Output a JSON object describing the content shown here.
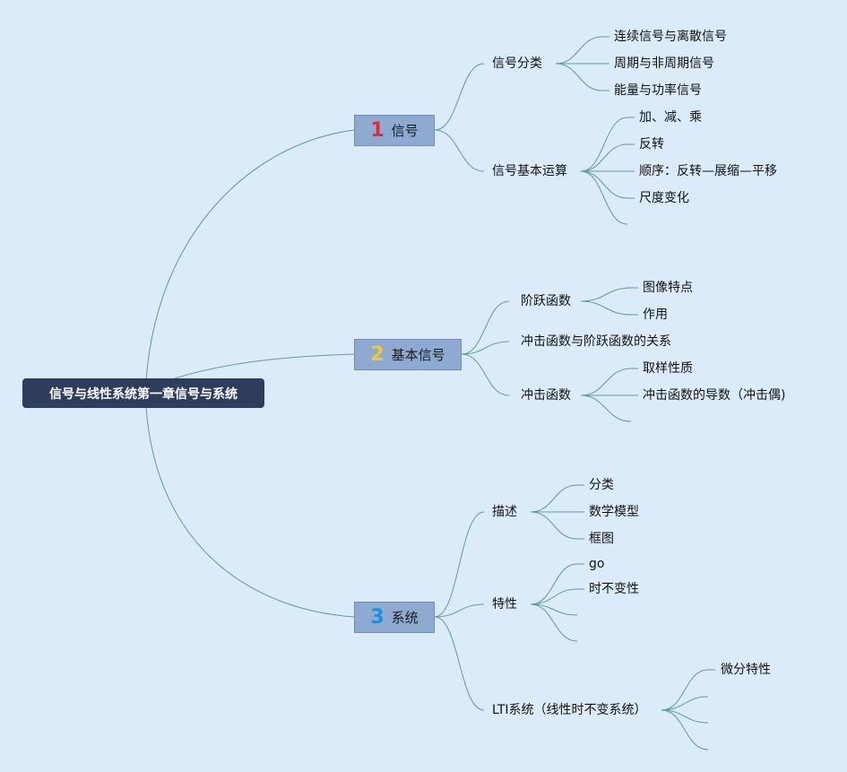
{
  "root": {
    "label": "信号与线性系统第一章信号与系统"
  },
  "branches": [
    {
      "number": "1",
      "number_color": "#e02a3c",
      "label": "信号",
      "children": [
        {
          "label": "信号分类",
          "children": [
            "连续信号与离散信号",
            "周期与非周期信号",
            "能量与功率信号"
          ]
        },
        {
          "label": "信号基本运算",
          "children": [
            "加、减、乘",
            "反转",
            "顺序：反转—展缩—平移",
            "尺度变化",
            ""
          ]
        }
      ]
    },
    {
      "number": "2",
      "number_color": "#f2c73a",
      "label": "基本信号",
      "children": [
        {
          "label": "阶跃函数",
          "children": [
            "图像特点",
            "作用"
          ]
        },
        {
          "label": "冲击函数与阶跃函数的关系",
          "children": []
        },
        {
          "label": "冲击函数",
          "children": [
            "取样性质",
            "冲击函数的导数（冲击偶)",
            ""
          ]
        }
      ]
    },
    {
      "number": "3",
      "number_color": "#1e8fe0",
      "label": "系统",
      "children": [
        {
          "label": "描述",
          "children": [
            "分类",
            "数学模型",
            "框图"
          ]
        },
        {
          "label": "特性",
          "children": [
            "go",
            "时不变性",
            "",
            ""
          ]
        },
        {
          "label": "LTI系统（线性时不变系统）",
          "children": [
            "微分特性",
            "",
            "",
            ""
          ]
        }
      ]
    }
  ],
  "colors": {
    "background": "#dcebfa",
    "root_fill": "#2f3d5c",
    "branch_fill": "#8faad0",
    "link": "#5f9c9a"
  }
}
